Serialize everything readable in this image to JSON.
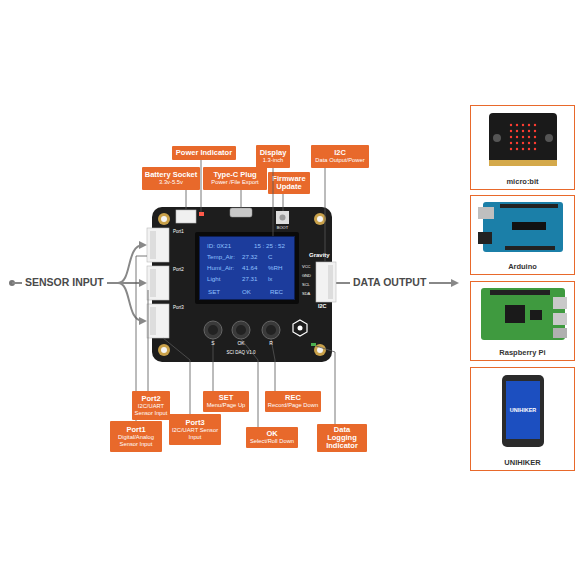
{
  "diagram": {
    "nodes": [
      {
        "text": [
          "Power Indicator"
        ]
      },
      {
        "text": [
          "Battery Socket",
          "3.3v-5.5v"
        ]
      },
      {
        "text": [
          "Type-C Plug",
          "Power /File Export"
        ]
      },
      {
        "text": [
          "Display",
          "1.3-inch"
        ]
      },
      {
        "text": [
          "Firmware Update"
        ]
      },
      {
        "text": [
          "I2C",
          "Data Output/Power"
        ]
      },
      {
        "text": [
          "ID: 0X21",
          "15 : 25 : 52",
          "Temp_Air:",
          "27.32",
          "C",
          "Humi_Air:",
          "41.64",
          "%RH",
          "Light",
          "27.31",
          "lx",
          "SET",
          "OK",
          "REC"
        ]
      },
      {
        "text": [
          "Port2",
          "I2C/UART Sensor Input"
        ]
      },
      {
        "text": [
          "SET",
          "Menu/Page Up"
        ]
      },
      {
        "text": [
          "REC",
          "Record/Page Down"
        ]
      },
      {
        "text": [
          "Port1",
          "Digital/Analog Sensor Input"
        ]
      },
      {
        "text": [
          "Port3",
          "I2C/UART Sensor Input"
        ]
      },
      {
        "text": [
          "OK",
          "Select/Roll Down"
        ]
      },
      {
        "text": [
          "Data Logging Indicator"
        ]
      },
      {
        "text": [
          "micro:bit"
        ]
      },
      {
        "text": [
          "Arduino"
        ]
      },
      {
        "text": [
          "Raspberry Pi"
        ]
      },
      {
        "text": [
          "UNIHIKER"
        ]
      }
    ],
    "edges": [
      {
        "from": 3,
        "to": 6,
        "arrow": "none"
      }
    ],
    "labels": [
      "SENSOR INPUT",
      "DATA OUTPUT",
      "Port1",
      "Port2",
      "Port3",
      "Gravity",
      "I2C",
      "VCC",
      "GND",
      "SCL",
      "SDA",
      "BOOT",
      "S",
      "OK",
      "R",
      "SCI DAQ V1.0",
      "UNIHIKER"
    ]
  }
}
